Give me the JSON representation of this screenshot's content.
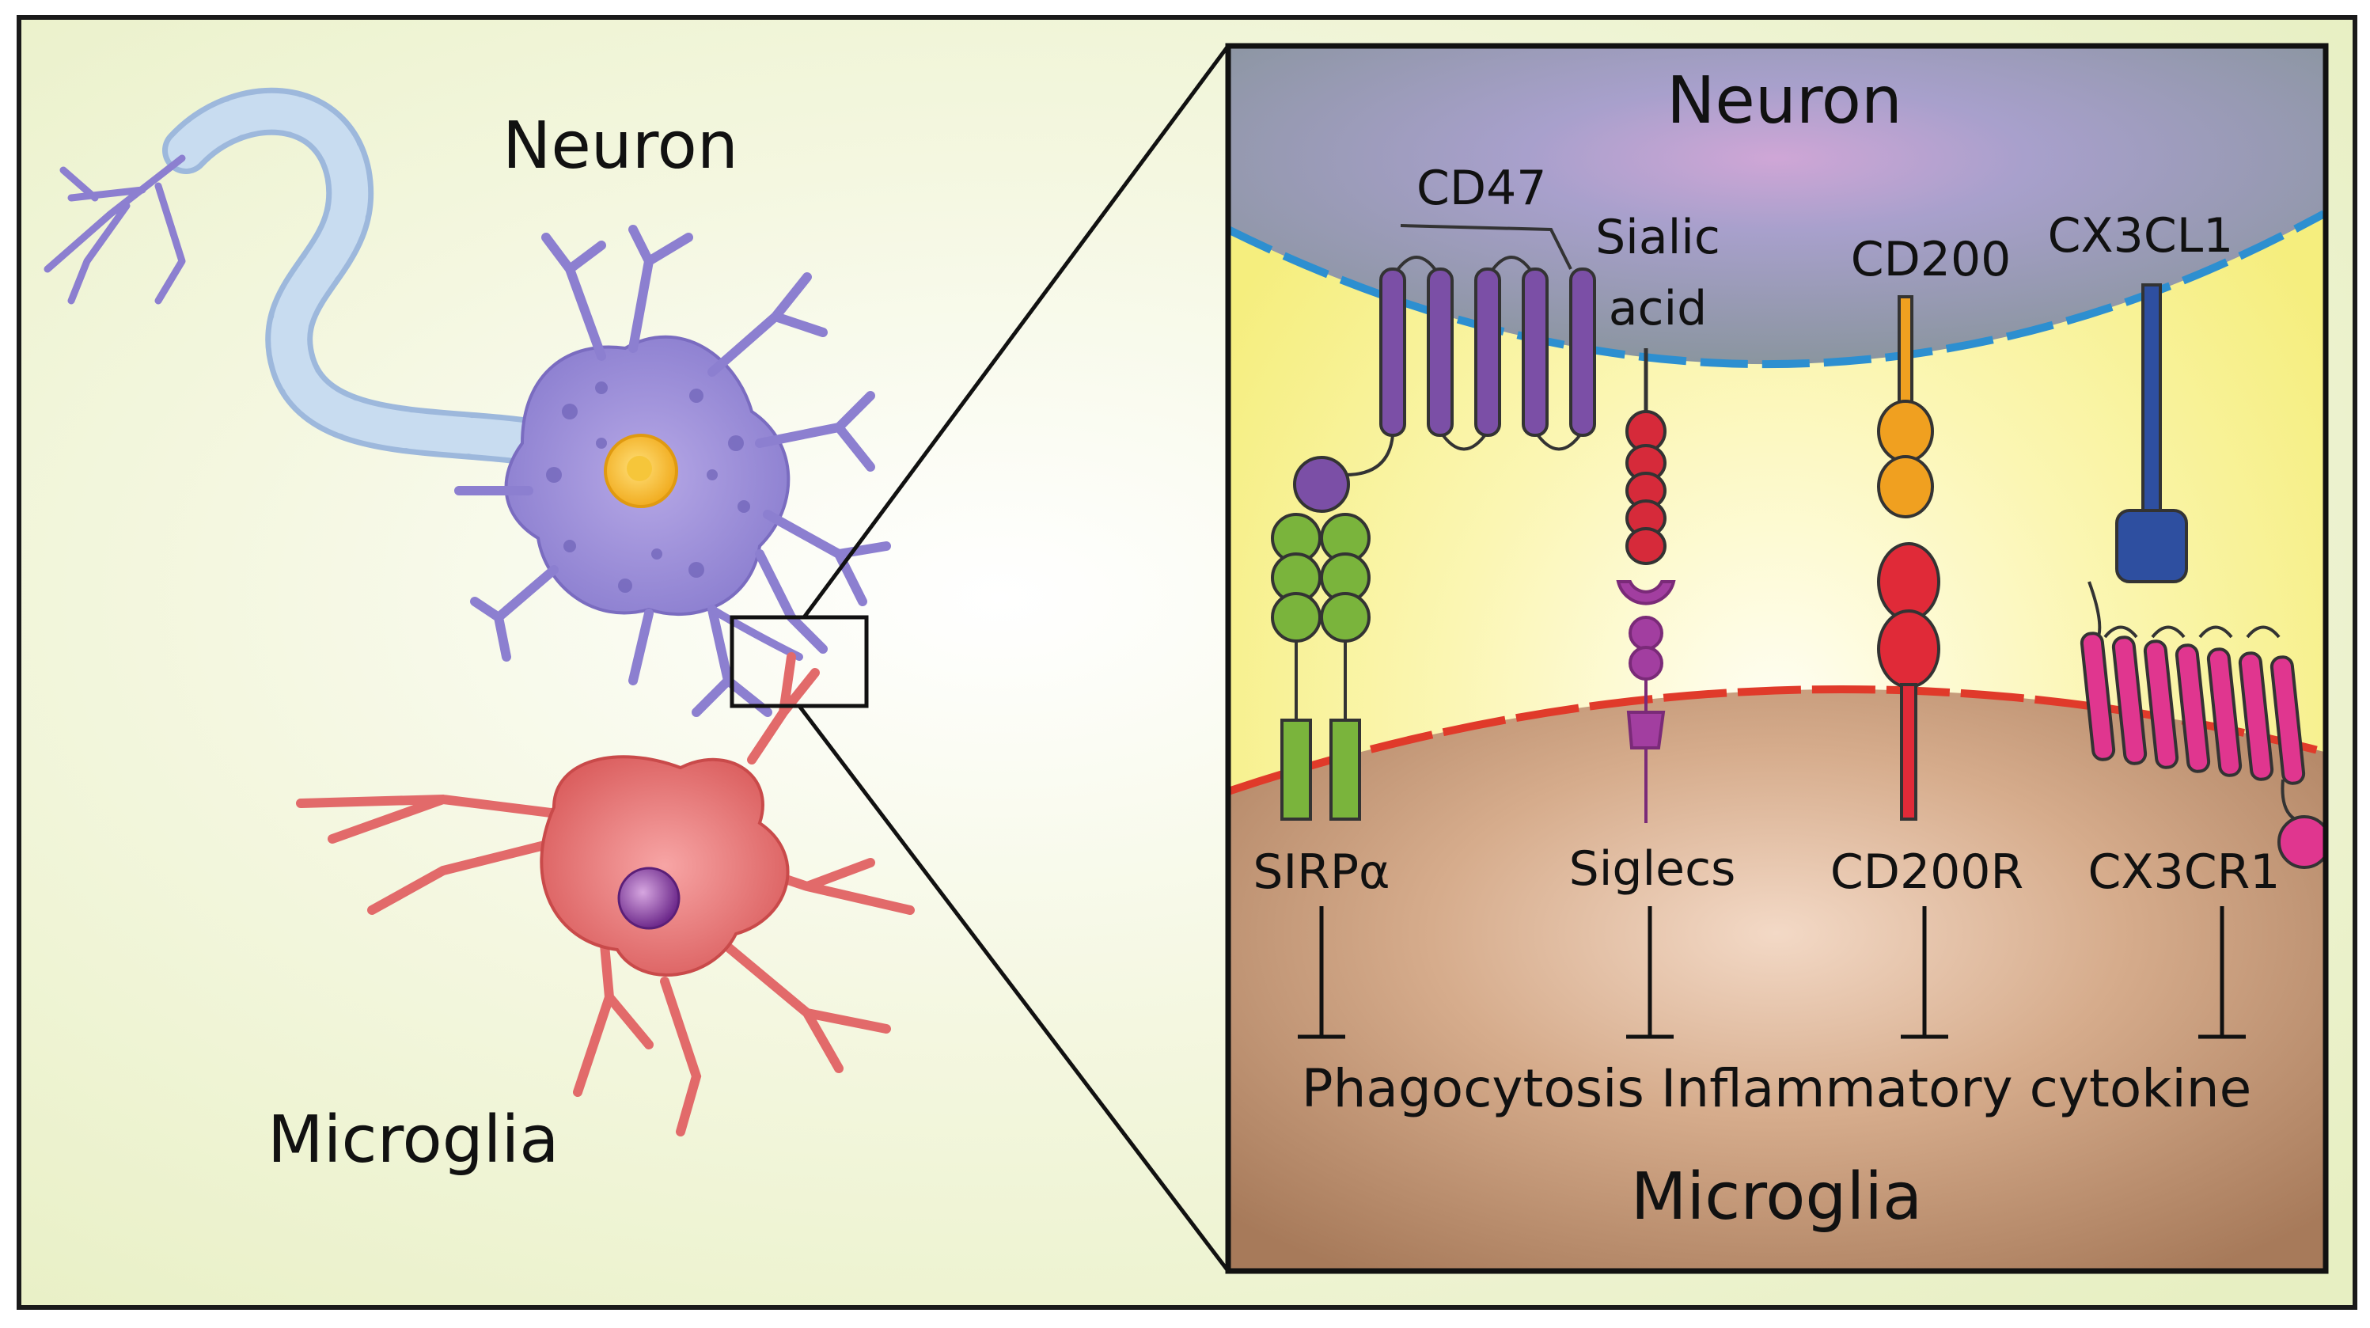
{
  "left_panel": {
    "neuron_label": "Neuron",
    "microglia_label": "Microglia"
  },
  "zoom_panel": {
    "neuron_label": "Neuron",
    "microglia_label": "Microglia",
    "ligands": {
      "cd47": "CD47",
      "sialic_line1": "Sialic",
      "sialic_line2": "acid",
      "cd200": "CD200",
      "cx3cl1": "CX3CL1"
    },
    "receptors": {
      "sirpa": "SIRPα",
      "siglecs": "Siglecs",
      "cd200r": "CD200R",
      "cx3cr1": "CX3CR1"
    },
    "outcome_text": "Phagocytosis Inflammatory cytokine"
  },
  "colors": {
    "outer_bg": "#eef3d2",
    "cleft": "#f7f08a",
    "neuron_top": "#8f9aa6",
    "microglia_body": "#b8896a",
    "neuron_membrane": "#2d8fd0",
    "microglia_membrane": "#e03a2a",
    "cd47": "#7b4fa6",
    "sirpa": "#7ab43c",
    "sialic": "#d62a3a",
    "siglec": "#a23ea0",
    "cd200": "#f0a020",
    "cd200r": "#e02a38",
    "cx3cl1": "#2e4fa0",
    "cx3cr1": "#e0368f"
  }
}
